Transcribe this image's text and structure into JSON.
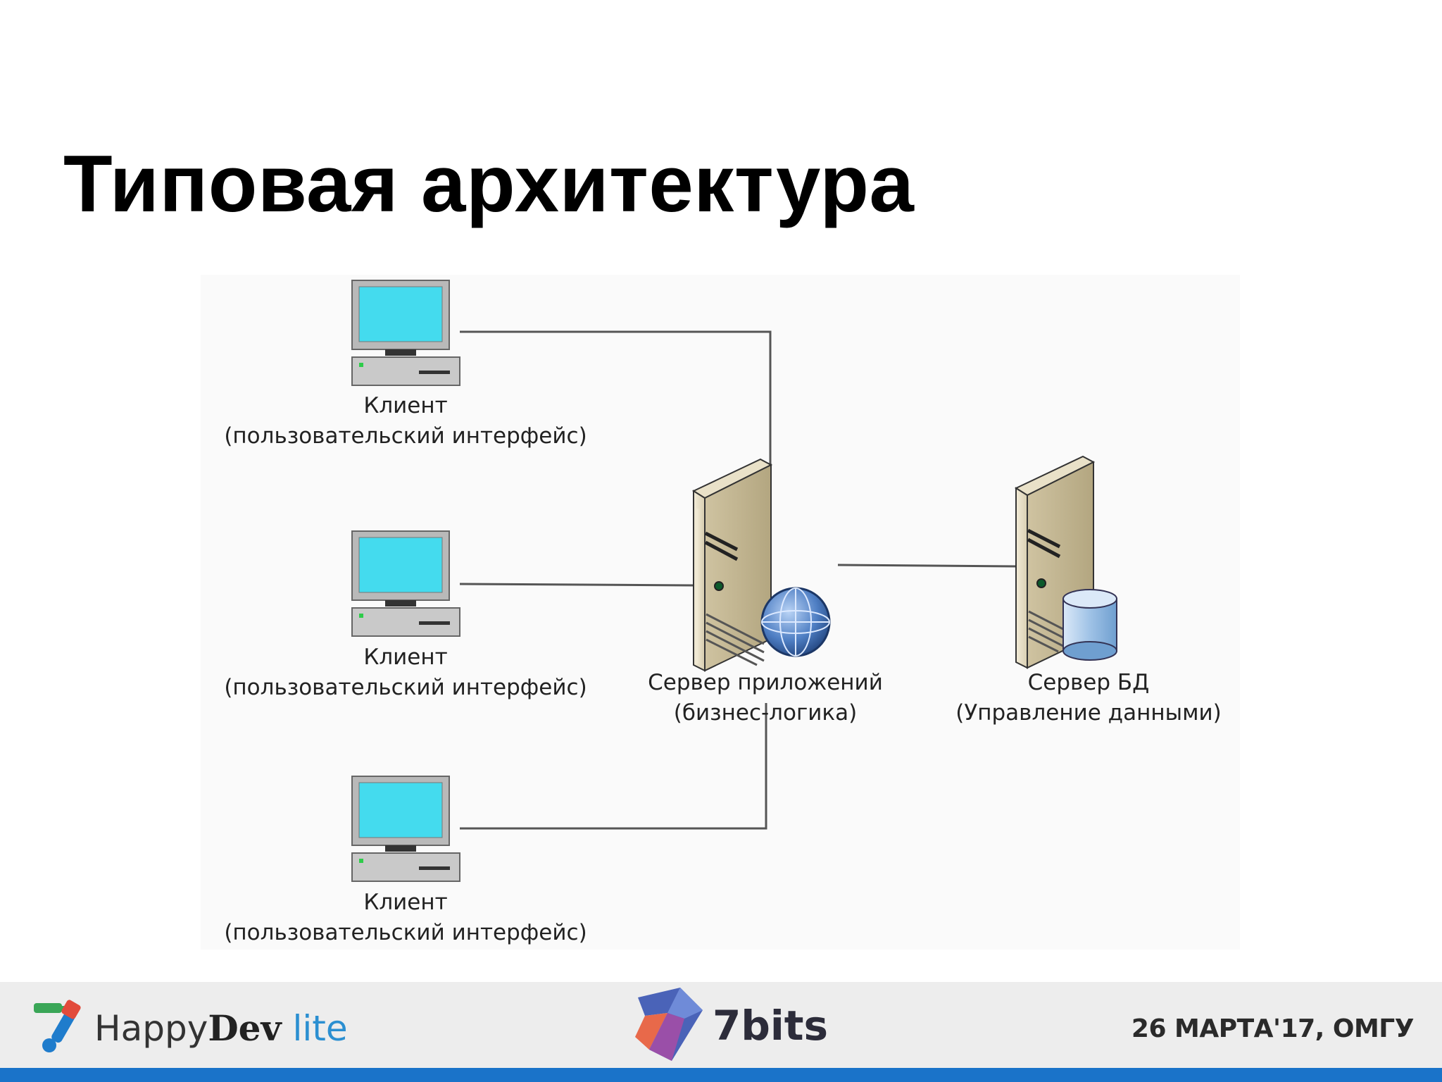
{
  "slide": {
    "title": "Типовая архитектура"
  },
  "diagram": {
    "clients": [
      {
        "line1": "Клиент",
        "line2": "(пользовательский интерфейс)"
      },
      {
        "line1": "Клиент",
        "line2": "(пользовательский интерфейс)"
      },
      {
        "line1": "Клиент",
        "line2": "(пользовательский интерфейс)"
      }
    ],
    "app_server": {
      "line1": "Сервер приложений",
      "line2": "(бизнес-логика)"
    },
    "db_server": {
      "line1": "Сервер БД",
      "line2": "(Управление данными)"
    }
  },
  "footer": {
    "happydev_happy": "Happy",
    "happydev_dev": "Dev",
    "happydev_lite": "lite",
    "sponsor": "7bits",
    "event": "26 МАРТА'17, ОМГУ"
  },
  "colors": {
    "screen": "#44dbee",
    "footer_bg": "#ededed",
    "footer_bar": "#1a73c9",
    "lite_accent": "#2b8fd1"
  }
}
